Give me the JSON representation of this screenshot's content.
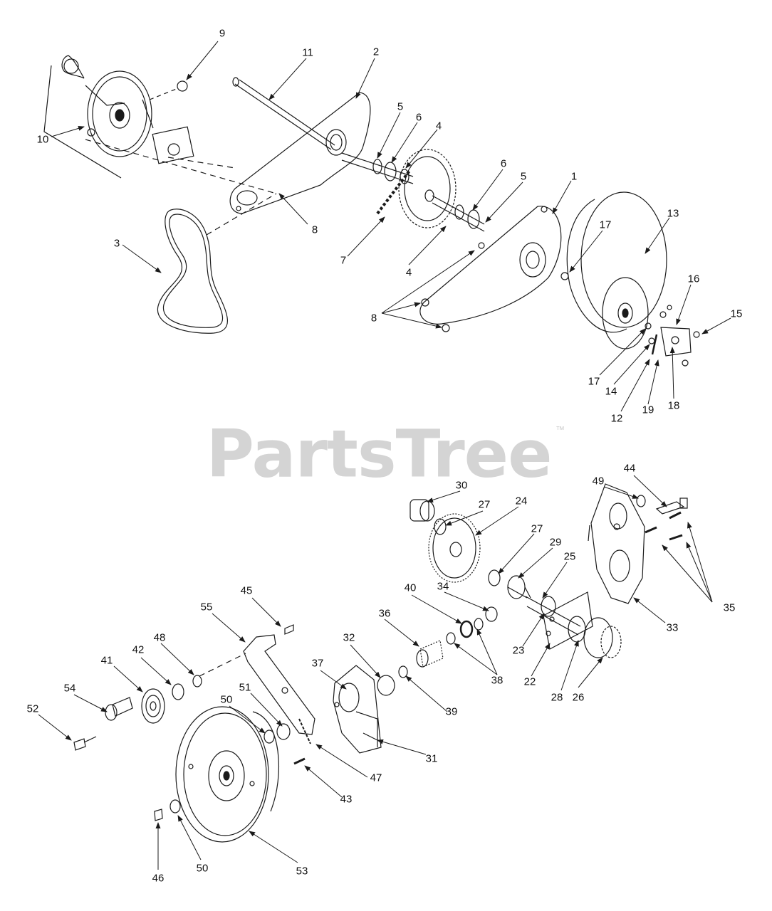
{
  "watermark": {
    "brand": "PartsTree",
    "trademark": "™"
  },
  "callouts": [
    {
      "id": "c1",
      "text": "1"
    },
    {
      "id": "c2",
      "text": "2"
    },
    {
      "id": "c3",
      "text": "3"
    },
    {
      "id": "c4a",
      "text": "4"
    },
    {
      "id": "c4b",
      "text": "4"
    },
    {
      "id": "c5a",
      "text": "5"
    },
    {
      "id": "c5b",
      "text": "5"
    },
    {
      "id": "c6a",
      "text": "6"
    },
    {
      "id": "c6b",
      "text": "6"
    },
    {
      "id": "c7",
      "text": "7"
    },
    {
      "id": "c8a",
      "text": "8"
    },
    {
      "id": "c8b",
      "text": "8"
    },
    {
      "id": "c9",
      "text": "9"
    },
    {
      "id": "c10",
      "text": "10"
    },
    {
      "id": "c11",
      "text": "11"
    },
    {
      "id": "c12",
      "text": "12"
    },
    {
      "id": "c13",
      "text": "13"
    },
    {
      "id": "c14",
      "text": "14"
    },
    {
      "id": "c15",
      "text": "15"
    },
    {
      "id": "c16",
      "text": "16"
    },
    {
      "id": "c17a",
      "text": "17"
    },
    {
      "id": "c17b",
      "text": "17"
    },
    {
      "id": "c18",
      "text": "18"
    },
    {
      "id": "c19",
      "text": "19"
    },
    {
      "id": "c22",
      "text": "22"
    },
    {
      "id": "c23",
      "text": "23"
    },
    {
      "id": "c24",
      "text": "24"
    },
    {
      "id": "c25",
      "text": "25"
    },
    {
      "id": "c26",
      "text": "26"
    },
    {
      "id": "c27a",
      "text": "27"
    },
    {
      "id": "c27b",
      "text": "27"
    },
    {
      "id": "c28",
      "text": "28"
    },
    {
      "id": "c29",
      "text": "29"
    },
    {
      "id": "c30",
      "text": "30"
    },
    {
      "id": "c31",
      "text": "31"
    },
    {
      "id": "c32",
      "text": "32"
    },
    {
      "id": "c33",
      "text": "33"
    },
    {
      "id": "c34",
      "text": "34"
    },
    {
      "id": "c35",
      "text": "35"
    },
    {
      "id": "c36",
      "text": "36"
    },
    {
      "id": "c37",
      "text": "37"
    },
    {
      "id": "c38",
      "text": "38"
    },
    {
      "id": "c39",
      "text": "39"
    },
    {
      "id": "c40",
      "text": "40"
    },
    {
      "id": "c41",
      "text": "41"
    },
    {
      "id": "c42",
      "text": "42"
    },
    {
      "id": "c43",
      "text": "43"
    },
    {
      "id": "c44",
      "text": "44"
    },
    {
      "id": "c45",
      "text": "45"
    },
    {
      "id": "c46",
      "text": "46"
    },
    {
      "id": "c47",
      "text": "47"
    },
    {
      "id": "c48",
      "text": "48"
    },
    {
      "id": "c49",
      "text": "49"
    },
    {
      "id": "c50a",
      "text": "50"
    },
    {
      "id": "c50b",
      "text": "50"
    },
    {
      "id": "c51",
      "text": "51"
    },
    {
      "id": "c52",
      "text": "52"
    },
    {
      "id": "c53",
      "text": "53"
    },
    {
      "id": "c54",
      "text": "54"
    },
    {
      "id": "c55",
      "text": "55"
    }
  ],
  "colors": {
    "line": "#1a1a1a",
    "watermark": "#d4d4d4",
    "background": "#ffffff"
  }
}
